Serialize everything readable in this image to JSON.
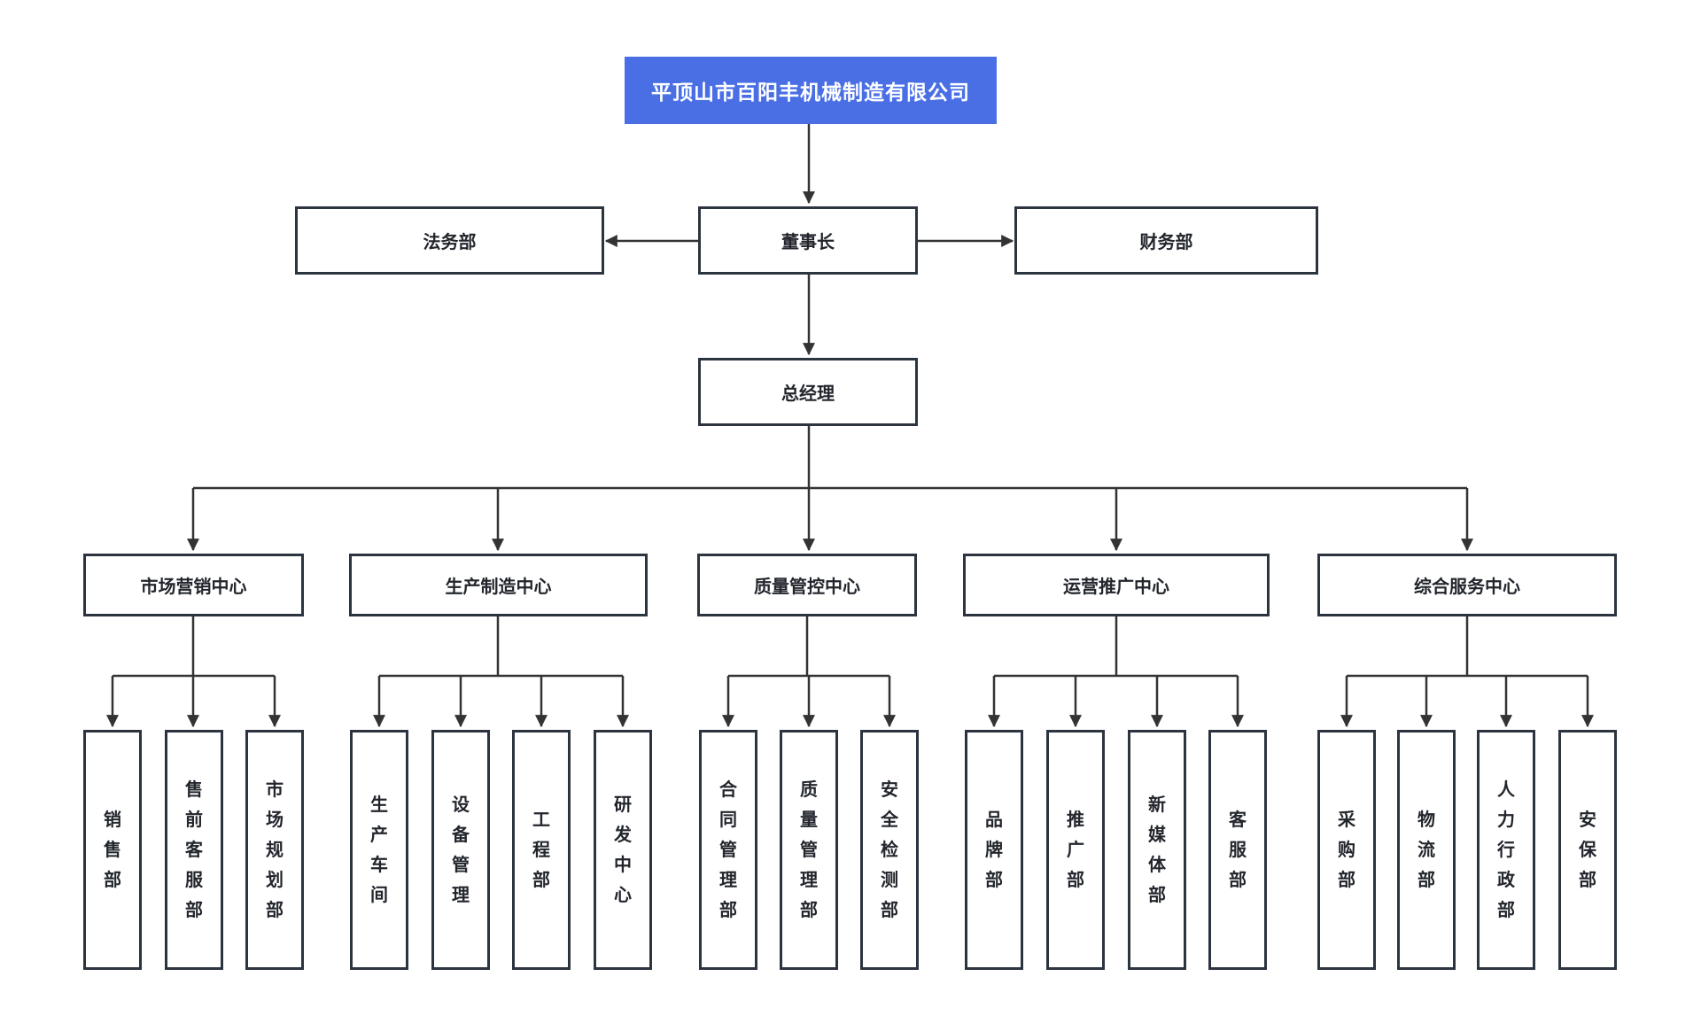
{
  "org": {
    "root": {
      "label": "平顶山市百阳丰机械制造有限公司"
    },
    "level2": {
      "legal": {
        "label": "法务部"
      },
      "chairman": {
        "label": "董事长"
      },
      "finance": {
        "label": "财务部"
      }
    },
    "level3": {
      "general_manager": {
        "label": "总经理"
      }
    },
    "centers": [
      {
        "label": "市场营销中心",
        "children": [
          "销售部",
          "售前客服部",
          "市场规划部"
        ]
      },
      {
        "label": "生产制造中心",
        "children": [
          "生产车间",
          "设备管理",
          "工程部",
          "研发中心"
        ]
      },
      {
        "label": "质量管控中心",
        "children": [
          "合同管理部",
          "质量管理部",
          "安全检测部"
        ]
      },
      {
        "label": "运营推广中心",
        "children": [
          "品牌部",
          "推广部",
          "新媒体部",
          "客服部"
        ]
      },
      {
        "label": "综合服务中心",
        "children": [
          "采购部",
          "物流部",
          "人力行政部",
          "安保部"
        ]
      }
    ]
  },
  "colors": {
    "root_bg": "#4a6fe5",
    "root_text": "#ffffff",
    "box_border": "#2c3440",
    "connector": "#333333",
    "text": "#22262c",
    "background": "#ffffff"
  }
}
